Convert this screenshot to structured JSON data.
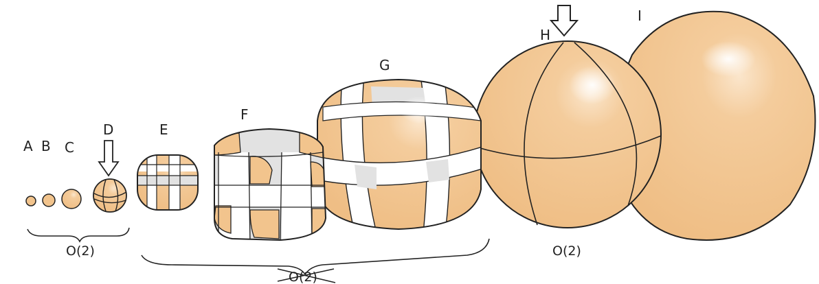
{
  "labels": {
    "a": "A",
    "b": "B",
    "c": "C",
    "d": "D",
    "e": "E",
    "f": "F",
    "g": "G",
    "h": "H",
    "i": "I"
  },
  "brackets": {
    "left": "O(2)",
    "middle": "O(2)",
    "right": "O(2)"
  },
  "colors": {
    "fill": "#F2C48D",
    "stripe_light": "#FFFFFF",
    "stripe_grey": "#E2E2E2",
    "ink": "#222222"
  }
}
